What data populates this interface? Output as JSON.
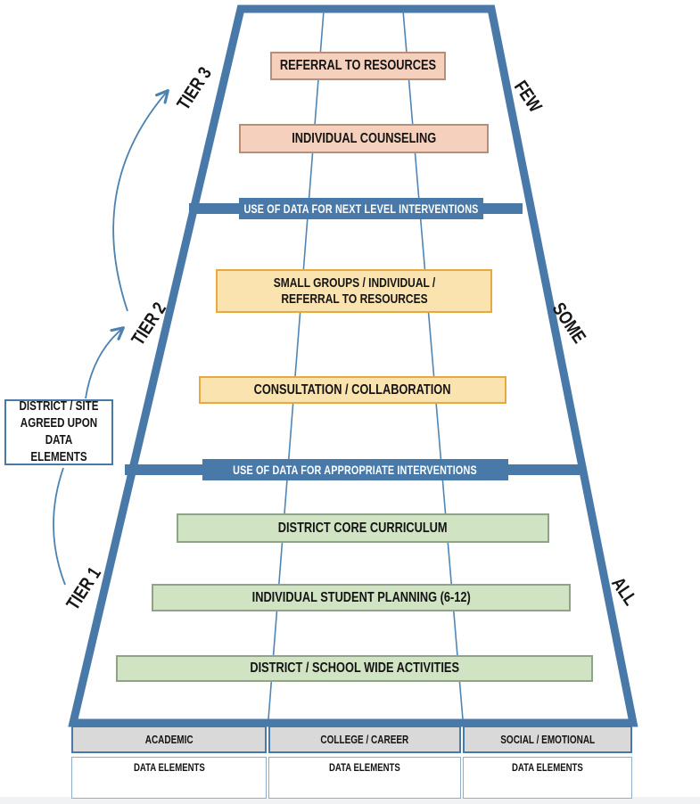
{
  "pyramid": {
    "tier_labels": {
      "tier3": "TIER 3",
      "tier2": "TIER 2",
      "tier1": "TIER 1"
    },
    "scope_labels": {
      "few": "FEW",
      "some": "SOME",
      "all": "ALL"
    },
    "tier3_boxes": {
      "referral": "REFERRAL TO RESOURCES",
      "counseling": "INDIVIDUAL COUNSELING"
    },
    "banners": {
      "next_level": "USE OF DATA FOR NEXT LEVEL INTERVENTIONS",
      "appropriate": "USE OF DATA FOR APPROPRIATE INTERVENTIONS"
    },
    "tier2_boxes": {
      "small_groups_line1": "SMALL GROUPS / INDIVIDUAL /",
      "small_groups_line2": "REFERRAL TO RESOURCES",
      "consultation": "CONSULTATION / COLLABORATION"
    },
    "tier1_boxes": {
      "core": "DISTRICT CORE CURRICULUM",
      "planning": "INDIVIDUAL STUDENT PLANNING (6-12)",
      "activities": "DISTRICT / SCHOOL WIDE ACTIVITIES"
    },
    "annotation": {
      "line1": "DISTRICT / SITE",
      "line2": "AGREED UPON",
      "line3": "DATA ELEMENTS"
    },
    "domains": [
      {
        "header": "ACADEMIC",
        "cell": "DATA ELEMENTS"
      },
      {
        "header": "COLLEGE / CAREER",
        "cell": "DATA ELEMENTS"
      },
      {
        "header": "SOCIAL / EMOTIONAL",
        "cell": "DATA ELEMENTS"
      }
    ],
    "colors": {
      "outline_blue": "#4879A9",
      "divider_blue": "#4E86B6",
      "arrow_blue": "#4C82B0",
      "banner_blue": "#4879A9",
      "salmon_fill": "#F5D0BC",
      "salmon_border": "#B98E76",
      "yellow_fill": "#FBE3AF",
      "yellow_border": "#E8A93F",
      "green_fill": "#D0E3C3",
      "green_border": "#90A28A",
      "header_gray": "#D9D9D9"
    }
  }
}
